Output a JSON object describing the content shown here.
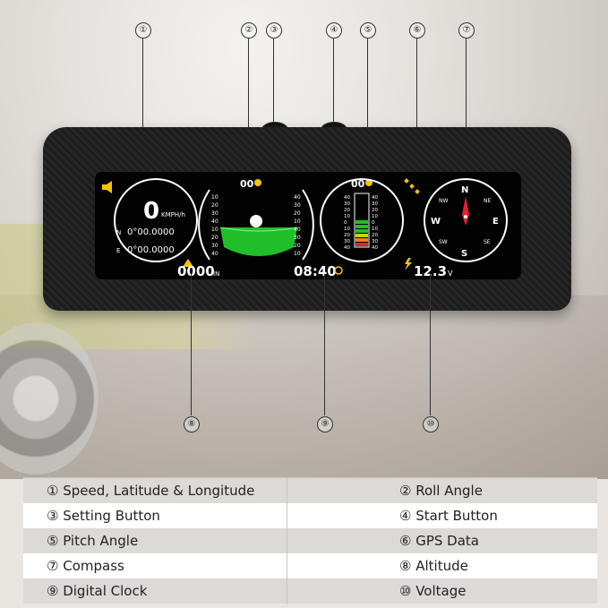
{
  "callouts": [
    "①",
    "②",
    "③",
    "④",
    "⑤",
    "⑥",
    "⑦",
    "⑧",
    "⑨",
    "⑩"
  ],
  "screen": {
    "speed_value": "0",
    "speed_unit": "KMPH/h",
    "lat_prefix": "N",
    "latitude": "0°00.0000",
    "lon_prefix": "E",
    "longitude": "0°00.0000",
    "altitude": "0000",
    "altitude_unit": "IN",
    "roll_readout": "00",
    "pitch_readout": "00",
    "clock": "08:40",
    "voltage": "12.3",
    "voltage_unit": "V",
    "compass": {
      "n": "N",
      "s": "S",
      "e": "E",
      "w": "W",
      "nw": "NW",
      "ne": "NE",
      "sw": "SW",
      "se": "SE"
    },
    "roll_scale_left": [
      "10",
      "20",
      "30",
      "40",
      "10",
      "20",
      "30",
      "40"
    ],
    "roll_scale_right": [
      "40",
      "30",
      "20",
      "10",
      "40",
      "30",
      "20",
      "10"
    ],
    "pitch_scale_left": [
      "40",
      "30",
      "20",
      "10",
      "0",
      "10",
      "20",
      "30",
      "40"
    ],
    "pitch_scale_right": [
      "40",
      "30",
      "20",
      "10",
      "0",
      "10",
      "20",
      "30",
      "40"
    ]
  },
  "legend": {
    "rows": [
      {
        "left": "① Speed, Latitude & Longitude",
        "right": "② Roll Angle"
      },
      {
        "left": "③ Setting Button",
        "right": "④ Start Button"
      },
      {
        "left": "⑤ Pitch Angle",
        "right": "⑥ GPS Data"
      },
      {
        "left": "⑦ Compass",
        "right": "⑧ Altitude"
      },
      {
        "left": "⑨ Digital Clock",
        "right": "⑩ Voltage"
      }
    ]
  },
  "colors": {
    "lcd_green": "#1fbf2a",
    "lcd_white": "#ffffff",
    "accent_yellow": "#f2c500",
    "needle_red": "#e8202a"
  }
}
